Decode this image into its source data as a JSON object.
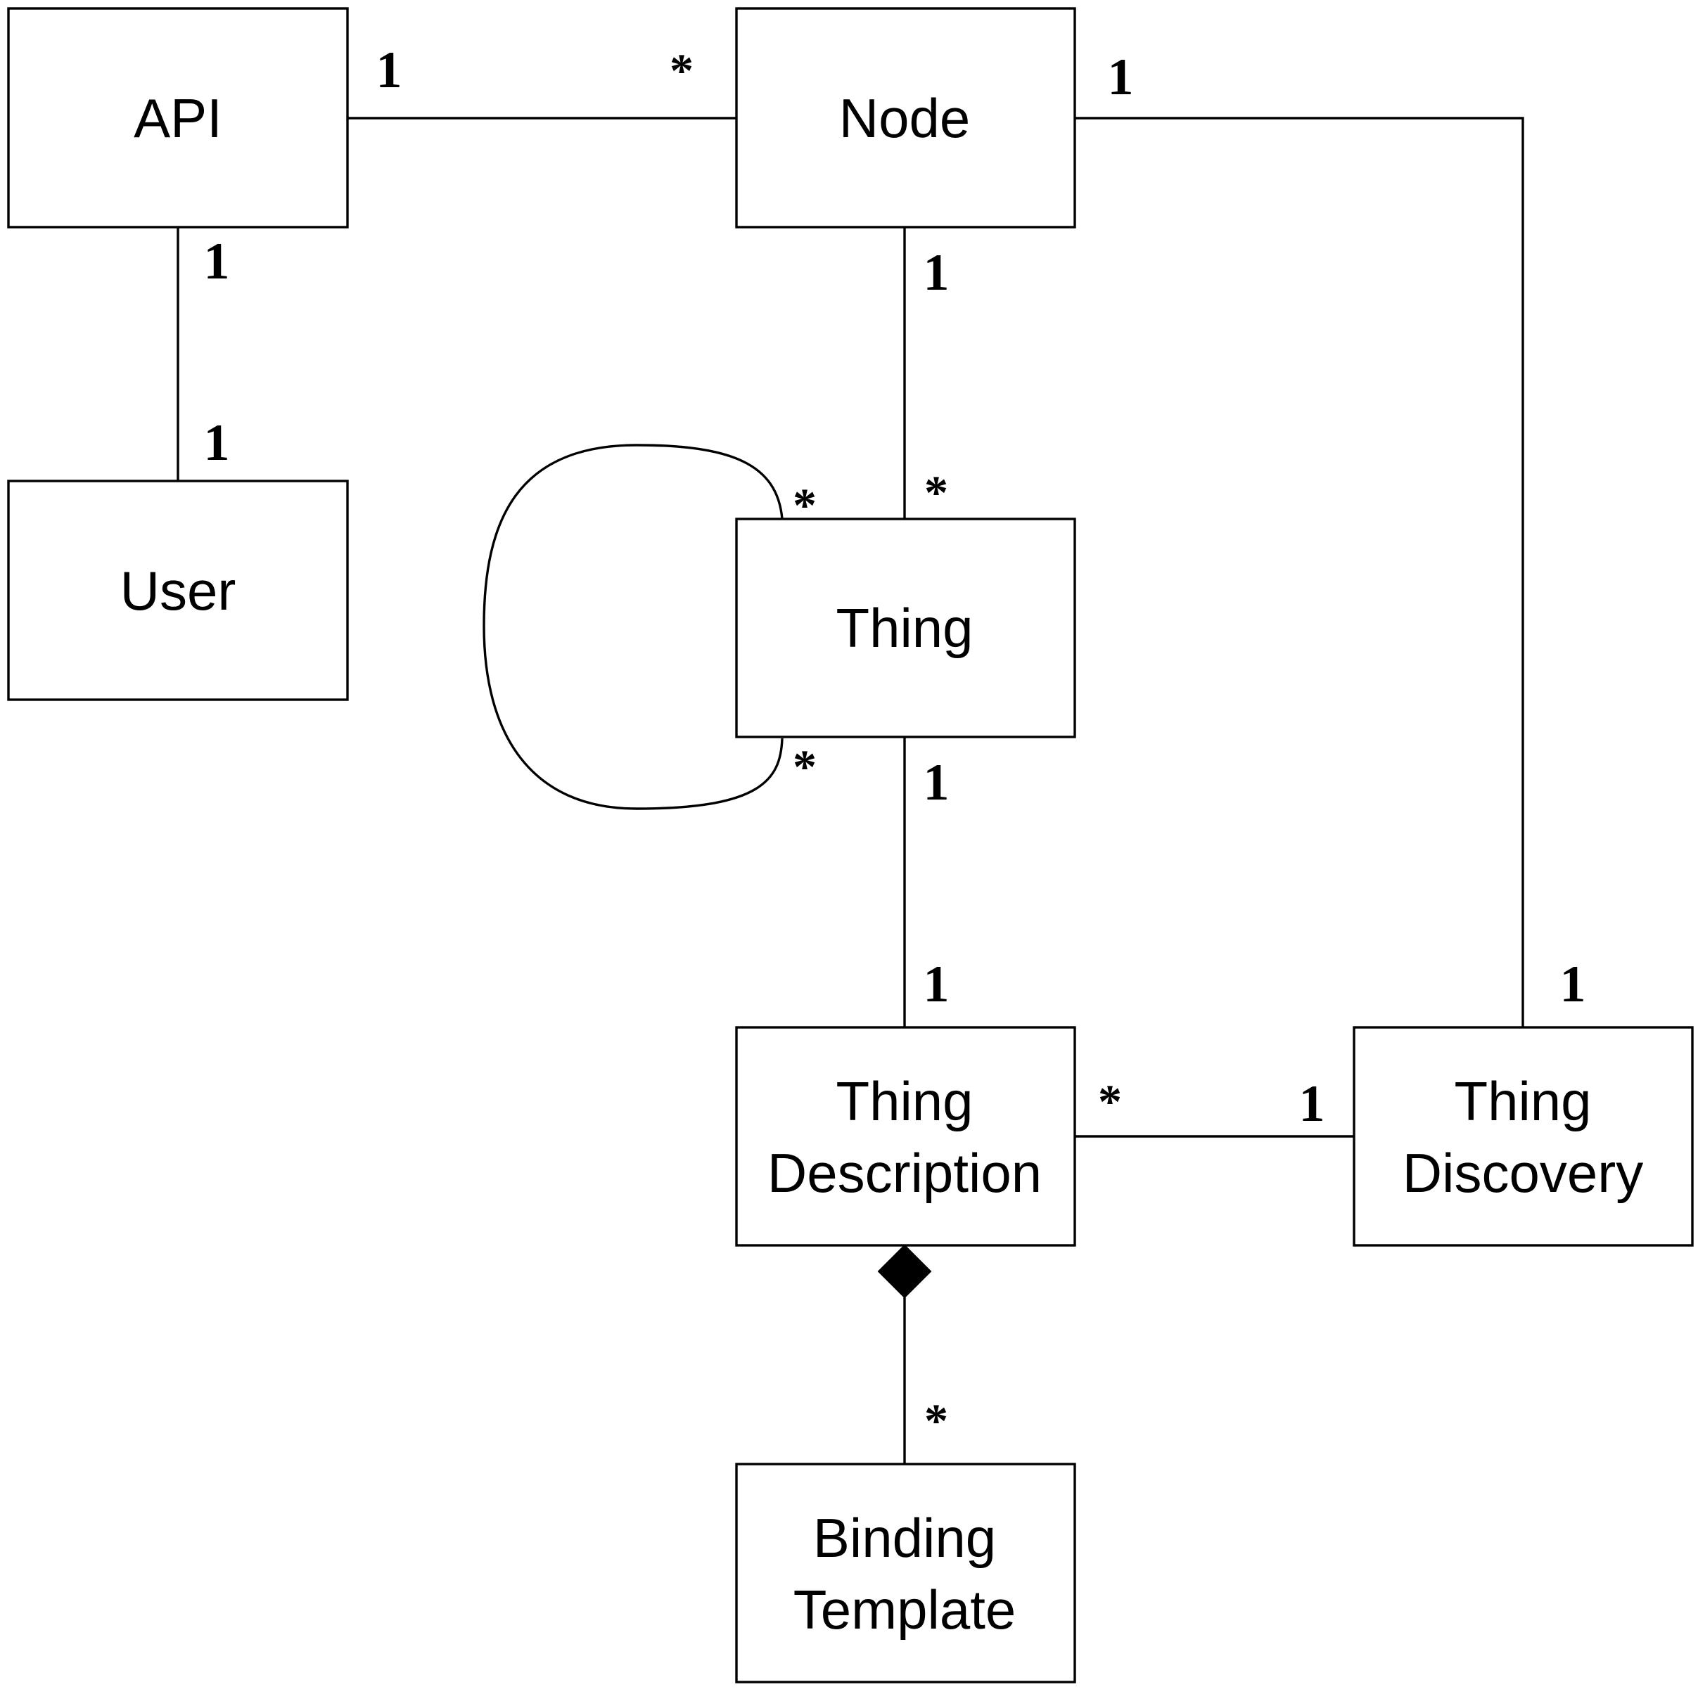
{
  "colors": {
    "background": "#ffffff",
    "line": "#000000",
    "text": "#000000"
  },
  "boxes": {
    "api": "API",
    "node": "Node",
    "user": "User",
    "thing": "Thing",
    "thing_description": [
      "Thing",
      "Description"
    ],
    "thing_discovery": [
      "Thing",
      "Discovery"
    ],
    "binding_template": [
      "Binding",
      "Template"
    ]
  },
  "associations": {
    "api_node": {
      "api_end": "1",
      "node_end": "*"
    },
    "api_user": {
      "api_end": "1",
      "user_end": "1"
    },
    "node_thing": {
      "node_end": "1",
      "thing_end": "*"
    },
    "node_discovery": {
      "node_end": "1",
      "discovery_end": "1"
    },
    "thing_self": {
      "top_end": "*",
      "bottom_end": "*"
    },
    "thing_description": {
      "thing_end": "1",
      "description_end": "1"
    },
    "description_discovery": {
      "description_end": "*",
      "discovery_end": "1"
    },
    "description_binding": {
      "type": "composition",
      "binding_end": "*"
    }
  }
}
